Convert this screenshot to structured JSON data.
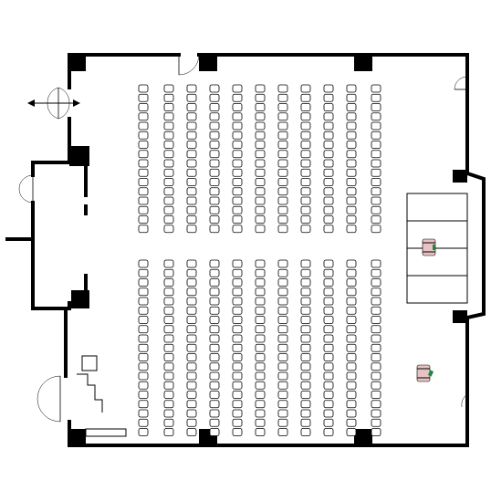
{
  "title": "",
  "seating": {
    "column_count": 11,
    "upper_block_rows": 16,
    "lower_block_rows": 19
  },
  "stage": {
    "section_count": 4
  },
  "lectern_count": 2,
  "colors": {
    "line": "#000000",
    "background": "#ffffff",
    "lectern": "#e8c2c2",
    "lectern_accent": "#1a8a3a"
  }
}
